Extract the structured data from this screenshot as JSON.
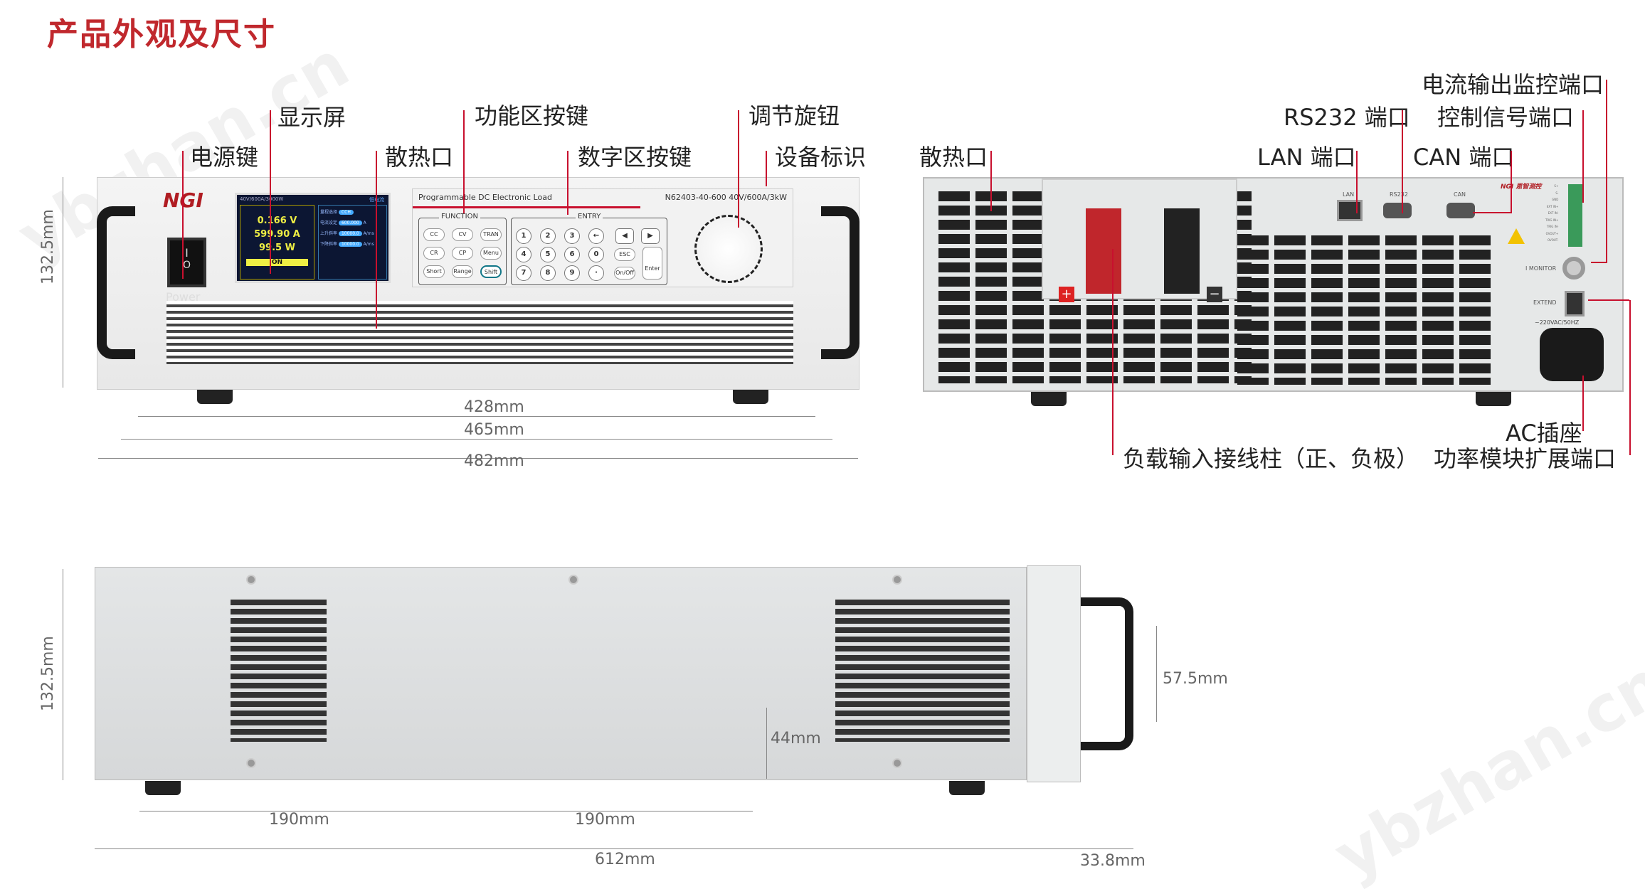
{
  "title": "产品外观及尺寸",
  "watermark": "ybzhan.cn",
  "front": {
    "labels": {
      "power_key": "电源键",
      "display": "显示屏",
      "vent": "散热口",
      "function_keys": "功能区按键",
      "numeric_keys": "数字区按键",
      "knob": "调节旋钮",
      "device_label": "设备标识"
    },
    "brand": "NGI",
    "power_text": "Power",
    "screen": {
      "header": "40V/600A/3000W",
      "mode": "恒电流",
      "voltage": "0.166 V",
      "current": "599.90 A",
      "power": "99.5 W",
      "status": "ON",
      "params": [
        {
          "name": "量程选择",
          "value": "CCH",
          "unit": ""
        },
        {
          "name": "电流设定",
          "value": "600.000",
          "unit": "A"
        },
        {
          "name": "上升斜率",
          "value": "10000.0",
          "unit": "A/ms"
        },
        {
          "name": "下降斜率",
          "value": "10000.0",
          "unit": "A/ms"
        }
      ]
    },
    "product_name": "Programmable DC Electronic Load",
    "model": "N62403-40-600 40V/600A/3kW",
    "function_title": "FUNCTION",
    "function_keys": [
      "CC",
      "CV",
      "TRAN",
      "CR",
      "CP",
      "Menu",
      "Short",
      "Range",
      "Shift"
    ],
    "entry_title": "ENTRY",
    "entry_keys": [
      "1",
      "2",
      "3",
      "←",
      "◀",
      "▶",
      "4",
      "5",
      "6",
      "0",
      "ESC",
      "7",
      "8",
      "9",
      "·",
      "On/Off"
    ],
    "enter_key": "Enter",
    "dims": {
      "height": "132.5mm",
      "w1": "428mm",
      "w2": "465mm",
      "w3": "482mm"
    }
  },
  "rear": {
    "labels": {
      "vent": "散热口",
      "rs232": "RS232 端口",
      "lan": "LAN 端口",
      "i_monitor": "电流输出监控端口",
      "control": "控制信号端口",
      "can": "CAN 端口",
      "terminals": "负载输入接线柱（正、负极）",
      "ac": "AC插座",
      "extend": "功率模块扩展端口"
    },
    "port_labels": {
      "lan": "LAN",
      "rs232": "RS232",
      "can": "CAN",
      "i_monitor": "I MONITOR",
      "extend": "EXTEND",
      "ac": "~220VAC/50HZ"
    },
    "brand": "NGI 恩智测控",
    "terminal_pins": [
      "S+",
      "S-",
      "GND",
      "EXT IN+",
      "EXT IN-",
      "TRIG IN+",
      "TRIG IN-",
      "OVOUT+",
      "OVOUT-"
    ],
    "plus": "+",
    "minus": "−"
  },
  "side": {
    "dims": {
      "height": "132.5mm",
      "handle": "57.5mm",
      "foot": "44mm",
      "seg1": "190mm",
      "seg2": "190mm",
      "depth": "612mm",
      "handle_depth": "33.8mm"
    }
  }
}
